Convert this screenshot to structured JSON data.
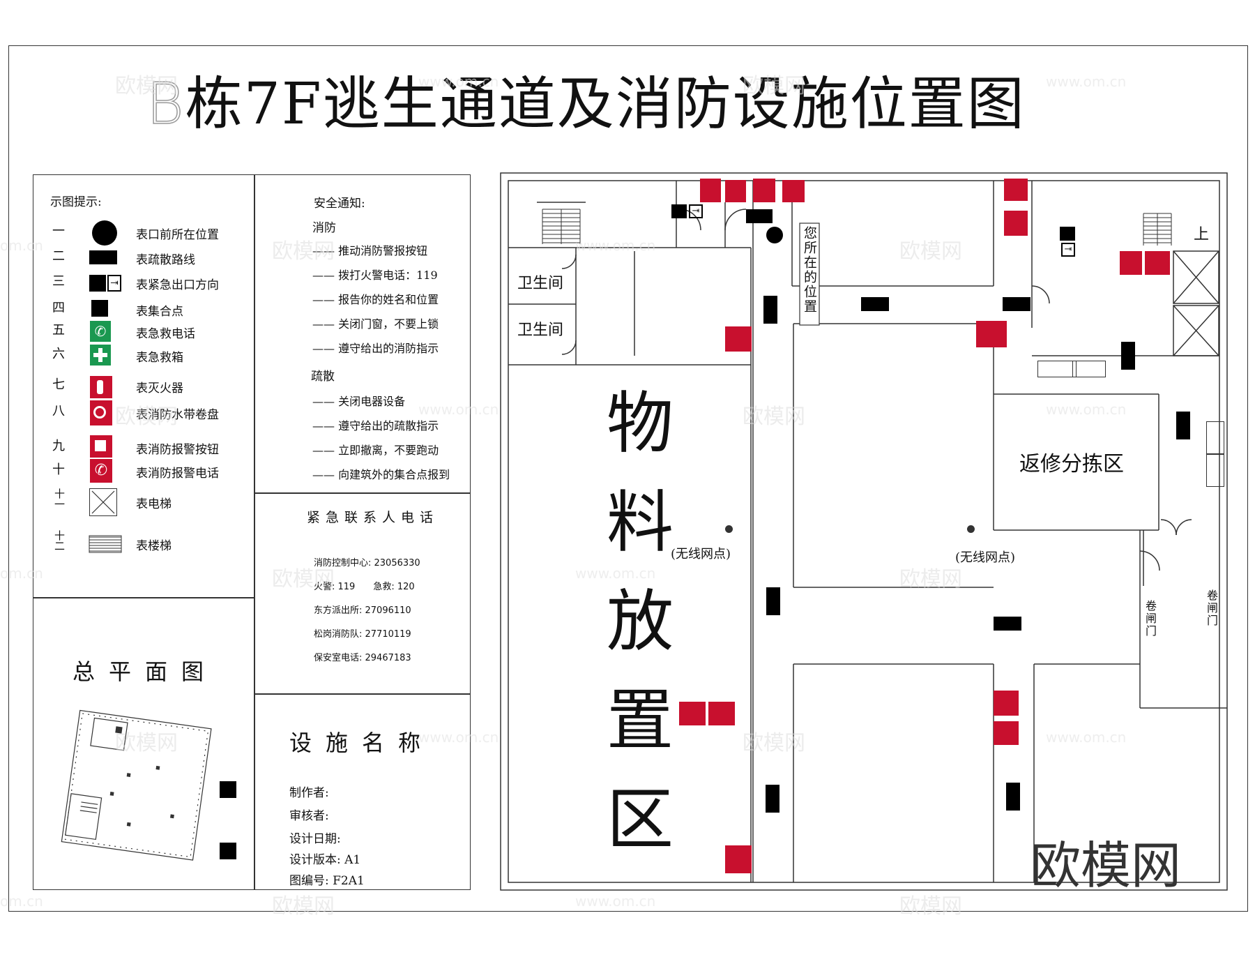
{
  "title_prefix": "B",
  "title_main": "栋7F逃生通道及消防设施位置图",
  "legend": {
    "heading": "示图提示:",
    "items": [
      {
        "num": "一",
        "label": "表口前所在位置",
        "icon": "current-position-dot"
      },
      {
        "num": "二",
        "label": "表疏散路线",
        "icon": "evacuation-route-bar"
      },
      {
        "num": "三",
        "label": "表紧急出口方向",
        "icon": "emergency-exit-sign"
      },
      {
        "num": "四",
        "label": "表集合点",
        "icon": "assembly-point-square"
      },
      {
        "num": "五",
        "label": "表急救电话",
        "icon": "first-aid-phone"
      },
      {
        "num": "六",
        "label": "表急救箱",
        "icon": "first-aid-kit"
      },
      {
        "num": "七",
        "label": "表灭火器",
        "icon": "fire-extinguisher"
      },
      {
        "num": "八",
        "label": "表消防水带卷盘",
        "icon": "fire-hose-reel"
      },
      {
        "num": "九",
        "label": "表消防报警按钮",
        "icon": "fire-alarm-button"
      },
      {
        "num": "十",
        "label": "表消防报警电话",
        "icon": "fire-alarm-phone"
      },
      {
        "num": "十一",
        "label": "表电梯",
        "icon": "elevator"
      },
      {
        "num": "十二",
        "label": "表楼梯",
        "icon": "stairs"
      }
    ]
  },
  "safety": {
    "heading": "安全通知:",
    "fire_heading": "消防",
    "fire_items": [
      "推动消防警报按钮",
      "拨打火警电话：119",
      "报告你的姓名和位置",
      "关闭门窗，不要上锁",
      "遵守给出的消防指示"
    ],
    "evac_heading": "疏散",
    "evac_items": [
      "关闭电器设备",
      "遵守给出的疏散指示",
      "立即撤离，不要跑动",
      "向建筑外的集合点报到"
    ]
  },
  "contacts": {
    "heading": "紧急联系人电话",
    "lines": [
      "消防控制中心: 23056330",
      "火警: 119　　急救: 120",
      "东方派出所: 27096110",
      "松岗消防队: 27710119",
      "保安室电话: 29467183"
    ]
  },
  "site_plan": {
    "heading": "总平面图"
  },
  "facility": {
    "heading": "设施名称",
    "lines": [
      "制作者:",
      "审核者:",
      "设计日期:",
      "设计版本: A1",
      "图编号: F2A1"
    ]
  },
  "plan": {
    "rooms": {
      "toilet1": "卫生间",
      "toilet2": "卫生间",
      "material": [
        "物",
        "料",
        "放",
        "置",
        "区"
      ],
      "repair": "返修分拣区",
      "you_are_here": "您所在的位置",
      "wifi1": "(无线网点)",
      "wifi2": "(无线网点)",
      "door1": "卷闸门",
      "door2": "卷闸门",
      "up": "上"
    }
  },
  "watermarks": {
    "brand": "欧模网",
    "url": "www.om.cn",
    "url_short": "om.cn"
  },
  "colors": {
    "red": "#c8102e",
    "green": "#1a9850",
    "line": "#333333"
  }
}
